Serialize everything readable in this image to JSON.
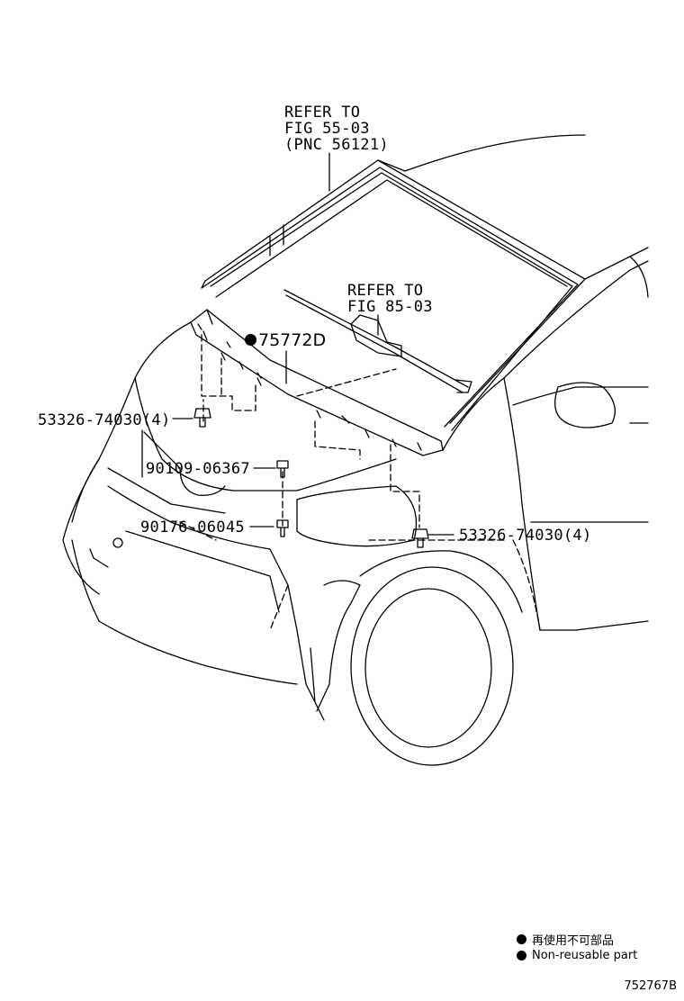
{
  "callouts": {
    "refer_windshield": [
      "REFER TO",
      "FIG 55-03",
      "(PNC 56121)"
    ],
    "refer_wiper": [
      "REFER TO",
      "FIG 85-03"
    ],
    "part_75772d": "75772D",
    "clip_left": "53326-74030(4)",
    "screw_90109": "90109-06367",
    "screw_90176": "90176-06045",
    "clip_right": "53326-74030(4)"
  },
  "legend": {
    "japanese": "再使用不可部品",
    "english": "Non-reusable part"
  },
  "illustration_code": "752767B"
}
